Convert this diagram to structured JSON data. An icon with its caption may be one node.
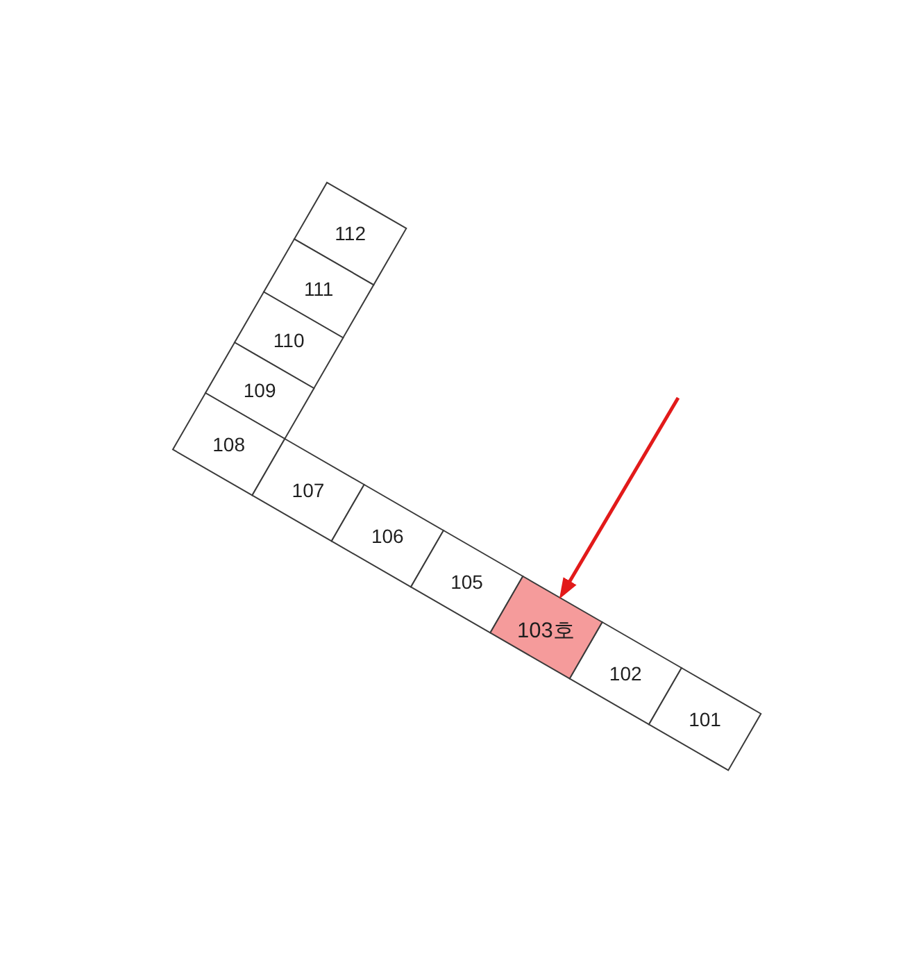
{
  "diagram": {
    "nodes": [
      {
        "text": [
          "112"
        ]
      },
      {
        "text": [
          "111"
        ]
      },
      {
        "text": [
          "110"
        ]
      },
      {
        "text": [
          "109"
        ]
      },
      {
        "text": [
          "108"
        ]
      },
      {
        "text": [
          "107"
        ]
      },
      {
        "text": [
          "106"
        ]
      },
      {
        "text": [
          "105"
        ]
      },
      {
        "text": [
          "103호"
        ]
      },
      {
        "text": [
          "102"
        ]
      },
      {
        "text": [
          "101"
        ]
      }
    ],
    "edges": [
      {
        "from": null,
        "to": 8,
        "arrow": "to",
        "color": "#e21a1a"
      }
    ]
  }
}
